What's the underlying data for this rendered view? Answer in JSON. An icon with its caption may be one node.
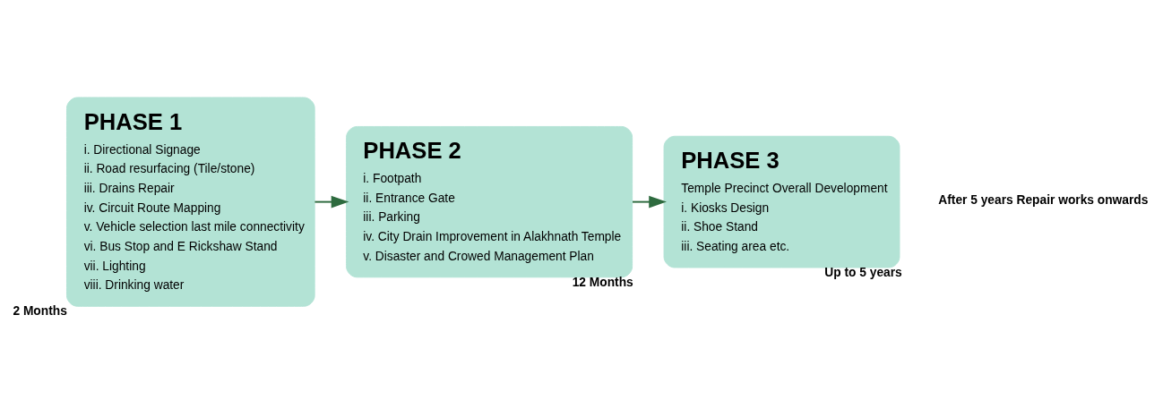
{
  "diagram": {
    "nodes": [
      {
        "text": [
          "PHASE 1",
          "i. Directional Signage",
          "ii. Road resurfacing (Tile/stone)",
          "iii. Drains Repair",
          "iv. Circuit Route Mapping",
          "v. Vehicle selection last mile connectivity",
          "vi. Bus Stop and E Rickshaw Stand",
          "vii. Lighting",
          "viii. Drinking water"
        ],
        "beside": [
          "2 Months"
        ]
      },
      {
        "text": [
          "PHASE 2",
          "i. Footpath",
          "ii. Entrance Gate",
          "iii. Parking",
          "iv. City Drain Improvement in Alakhnath Temple",
          "v. Disaster and Crowed Management Plan"
        ],
        "beside": [
          "12 Months"
        ]
      },
      {
        "text": [
          "PHASE 3",
          "Temple Precinct Overall Development",
          "i. Kiosks Design",
          "ii. Shoe Stand",
          "iii. Seating area etc."
        ],
        "beside": [
          "Up to 5 years"
        ]
      }
    ],
    "edges": [
      {
        "from": 0,
        "to": 1,
        "arrow": "to"
      },
      {
        "from": 1,
        "to": 2,
        "arrow": "to"
      }
    ],
    "labels": [
      "After 5 years Repair works onwards"
    ]
  }
}
